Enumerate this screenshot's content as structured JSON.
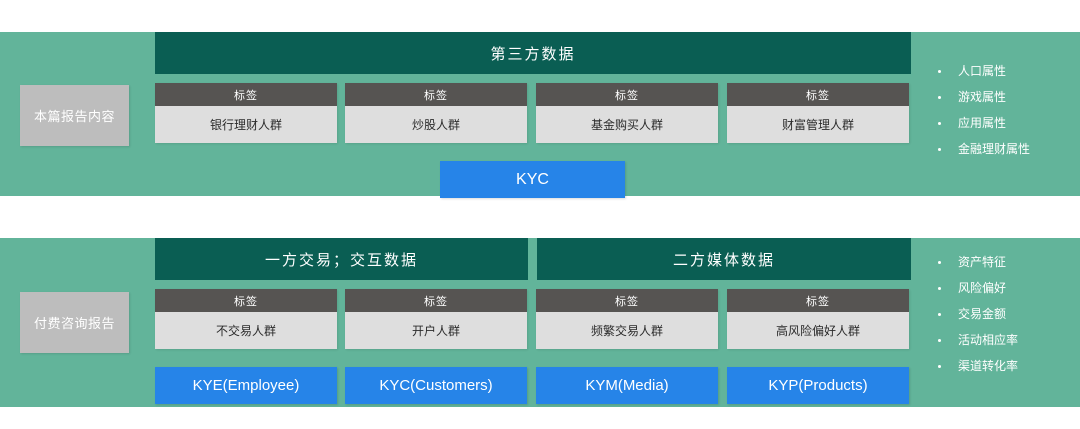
{
  "sections": [
    {
      "id": "third-party",
      "side_label": "本篇报告内容",
      "headers": [
        {
          "label": "第三方数据"
        }
      ],
      "tag_header_label": "标签",
      "tags": [
        {
          "head": "标签",
          "body": "银行理财人群"
        },
        {
          "head": "标签",
          "body": "炒股人群"
        },
        {
          "head": "标签",
          "body": "基金购买人群"
        },
        {
          "head": "标签",
          "body": "财富管理人群"
        }
      ],
      "buttons": [
        {
          "label": "KYC"
        }
      ],
      "bullets": [
        "人口属性",
        "游戏属性",
        "应用属性",
        "金融理财属性"
      ]
    },
    {
      "id": "first-second-party",
      "side_label": "付费咨询报告",
      "headers": [
        {
          "label": "一方交易；交互数据"
        },
        {
          "label": "二方媒体数据"
        }
      ],
      "tag_header_label": "标签",
      "tags": [
        {
          "head": "标签",
          "body": "不交易人群"
        },
        {
          "head": "标签",
          "body": "开户人群"
        },
        {
          "head": "标签",
          "body": "频繁交易人群"
        },
        {
          "head": "标签",
          "body": "高风险偏好人群"
        }
      ],
      "buttons": [
        {
          "label": "KYE(Employee)"
        },
        {
          "label": "KYC(Customers)"
        },
        {
          "label": "KYM(Media)"
        },
        {
          "label": "KYP(Products)"
        }
      ],
      "bullets": [
        "资产特征",
        "风险偏好",
        "交易金额",
        "活动相应率",
        "渠道转化率"
      ]
    }
  ],
  "colors": {
    "panel_green": "#62b49a",
    "header_teal": "#0a5e53",
    "tag_head_gray": "#565452",
    "tag_body_gray": "#dedede",
    "side_label_gray": "#bdbdbd",
    "button_blue": "#2684e8",
    "text_white": "#ffffff"
  }
}
